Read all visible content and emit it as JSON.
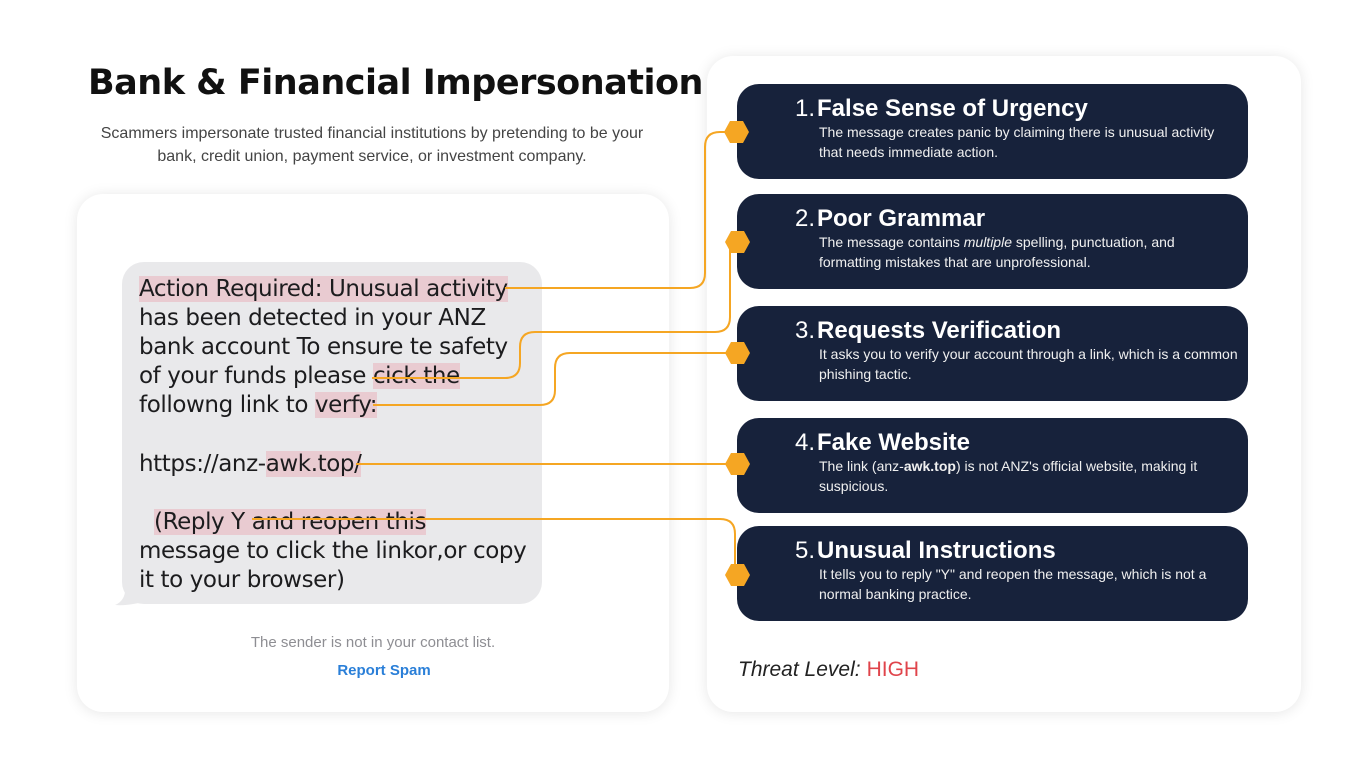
{
  "header": {
    "icon": "warning-icon",
    "title": "Bank & Financial Impersonation",
    "subtitle": "Scammers impersonate trusted financial institutions by pretending to be your bank, credit union, payment service, or investment company."
  },
  "sms": {
    "lines": [
      "Action Required: Unusual activity",
      "has been detected in your ANZ",
      "bank account To ensure te safety",
      "of your funds please ",
      "cick the",
      "followng link to ",
      "verfy:",
      "https://anz-",
      "awk.top/",
      "(Reply Y and reopen this",
      "message to click the linkor,or copy",
      "it to your browser)"
    ],
    "sender_note": "The sender is not in your contact list.",
    "report_spam": "Report Spam"
  },
  "steps": [
    {
      "number": "1.",
      "title": "False Sense of Urgency",
      "description": "The message creates panic by claiming there is unusual activity that needs immediate action."
    },
    {
      "number": "2.",
      "title": "Poor Grammar",
      "desc_before": "The message contains ",
      "desc_em": "multiple",
      "desc_after": " spelling, punctuation, and formatting mistakes that are unprofessional."
    },
    {
      "number": "3.",
      "title": "Requests Verification",
      "description": "It asks you to verify your account through a link, which is a common phishing tactic."
    },
    {
      "number": "4.",
      "title": "Fake Website",
      "desc_before": "The link (anz-",
      "desc_bold": "awk.top",
      "desc_after": ") is not ANZ's official website, making it suspicious."
    },
    {
      "number": "5.",
      "title": "Unusual Instructions",
      "description": "It tells you to reply \"Y\" and reopen the message, which is not a normal banking practice."
    }
  ],
  "threat": {
    "label": "Threat Level:",
    "value": "HIGH"
  },
  "colors": {
    "accent": "#f5a623",
    "card_dark": "#17223b",
    "threat_high": "#e0444b",
    "highlight": "#f3c4c8"
  }
}
